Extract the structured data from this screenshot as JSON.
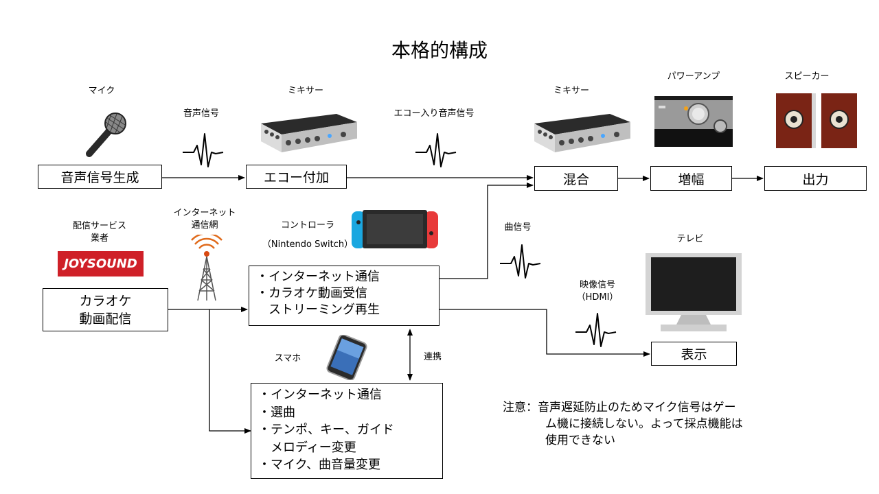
{
  "title": "本格的構成",
  "labels": {
    "mic": "マイク",
    "audio_signal": "音声信号",
    "mixer1": "ミキサー",
    "echo_signal": "エコー入り音声信号",
    "mixer2": "ミキサー",
    "power_amp": "パワーアンプ",
    "speaker": "スピーカー",
    "distributor_line1": "配信サービス",
    "distributor_line2": "業者",
    "network_line1": "インターネット",
    "network_line2": "通信網",
    "controller_line1": "コントローラ",
    "controller_line2": "（Nintendo Switch）",
    "song_signal": "曲信号",
    "tv": "テレビ",
    "video_signal_line1": "映像信号",
    "video_signal_line2": "（HDMI）",
    "smartphone": "スマホ",
    "link": "連携",
    "joysound": "JOYSOUND"
  },
  "boxes": {
    "voice_gen": "音声信号生成",
    "echo_add": "エコー付加",
    "mix": "混合",
    "amplify": "増幅",
    "output": "出力",
    "karaoke_line1": "カラオケ",
    "karaoke_line2": "動画配信",
    "display": "表示"
  },
  "switch_box": [
    "・インターネット通信",
    "・カラオケ動画受信",
    "　ストリーミング再生"
  ],
  "phone_box": [
    "・インターネット通信",
    "・選曲",
    "・テンポ、キー、ガイド",
    "　メロディー変更",
    "・マイク、曲音量変更"
  ],
  "note": {
    "line1": "注意：音声遅延防止のためマイク信号はゲー",
    "line2": "ム機に接続しない。よって採点機能は",
    "line3": "使用できない"
  },
  "colors": {
    "joysound_red": "#cf2028",
    "switch_blue": "#1aa7e0",
    "switch_red": "#e83a3a"
  }
}
